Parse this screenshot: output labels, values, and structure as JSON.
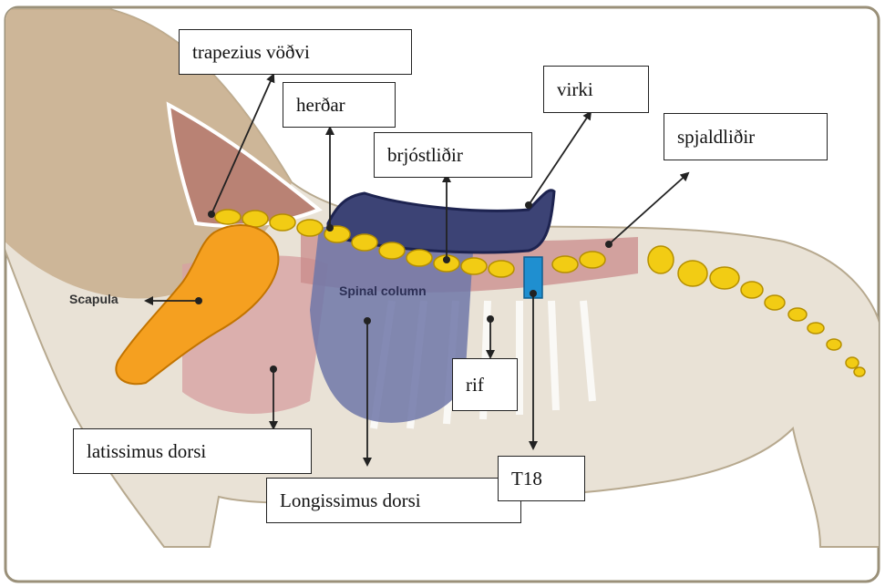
{
  "labels": {
    "trapezius": "trapezius vöðvi",
    "herdar": "herðar",
    "brjostlidir": "brjóstliðir",
    "virki": "virki",
    "spjaldlidir": "spjaldliðir",
    "rif": "rif",
    "latissimus": "latissimus dorsi",
    "longissimus": "Longissimus dorsi",
    "t18": "T18"
  },
  "inline_labels": {
    "scapula": "Scapula",
    "spinal_column": "Spinal column"
  },
  "colors": {
    "frame": "#9a9079",
    "horse_body": "#e9e2d6",
    "horse_shadow": "#cdbfa9",
    "neck_muscle": "#b98274",
    "muscle_pink": "#d7a2a2",
    "saddle": "#6f77a8",
    "saddle_dark": "#3c4375",
    "vertebrae": "#f2cc14",
    "scapula": "#f5a020",
    "t18_highlight": "#1f8fd0"
  }
}
